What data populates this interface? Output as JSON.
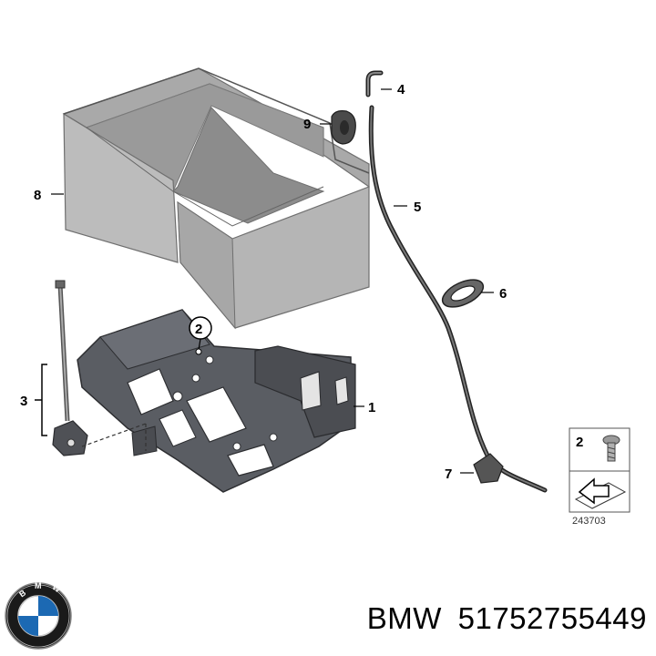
{
  "callouts": {
    "c1": "1",
    "c2": "2",
    "c3": "3",
    "c4": "4",
    "c5": "5",
    "c6": "6",
    "c7": "7",
    "c8": "8",
    "c9": "9"
  },
  "legend": {
    "item_number": "2",
    "reference": "243703"
  },
  "caption": {
    "brand": "BMW",
    "part_number": "51752755449"
  },
  "logo": {
    "letters": "BMW"
  },
  "colors": {
    "box_face": "#b9b9b9",
    "box_dark": "#8e8e8e",
    "tray": "#5a5d63",
    "tray_dark": "#3c3e43",
    "blue": "#1c69b3"
  }
}
